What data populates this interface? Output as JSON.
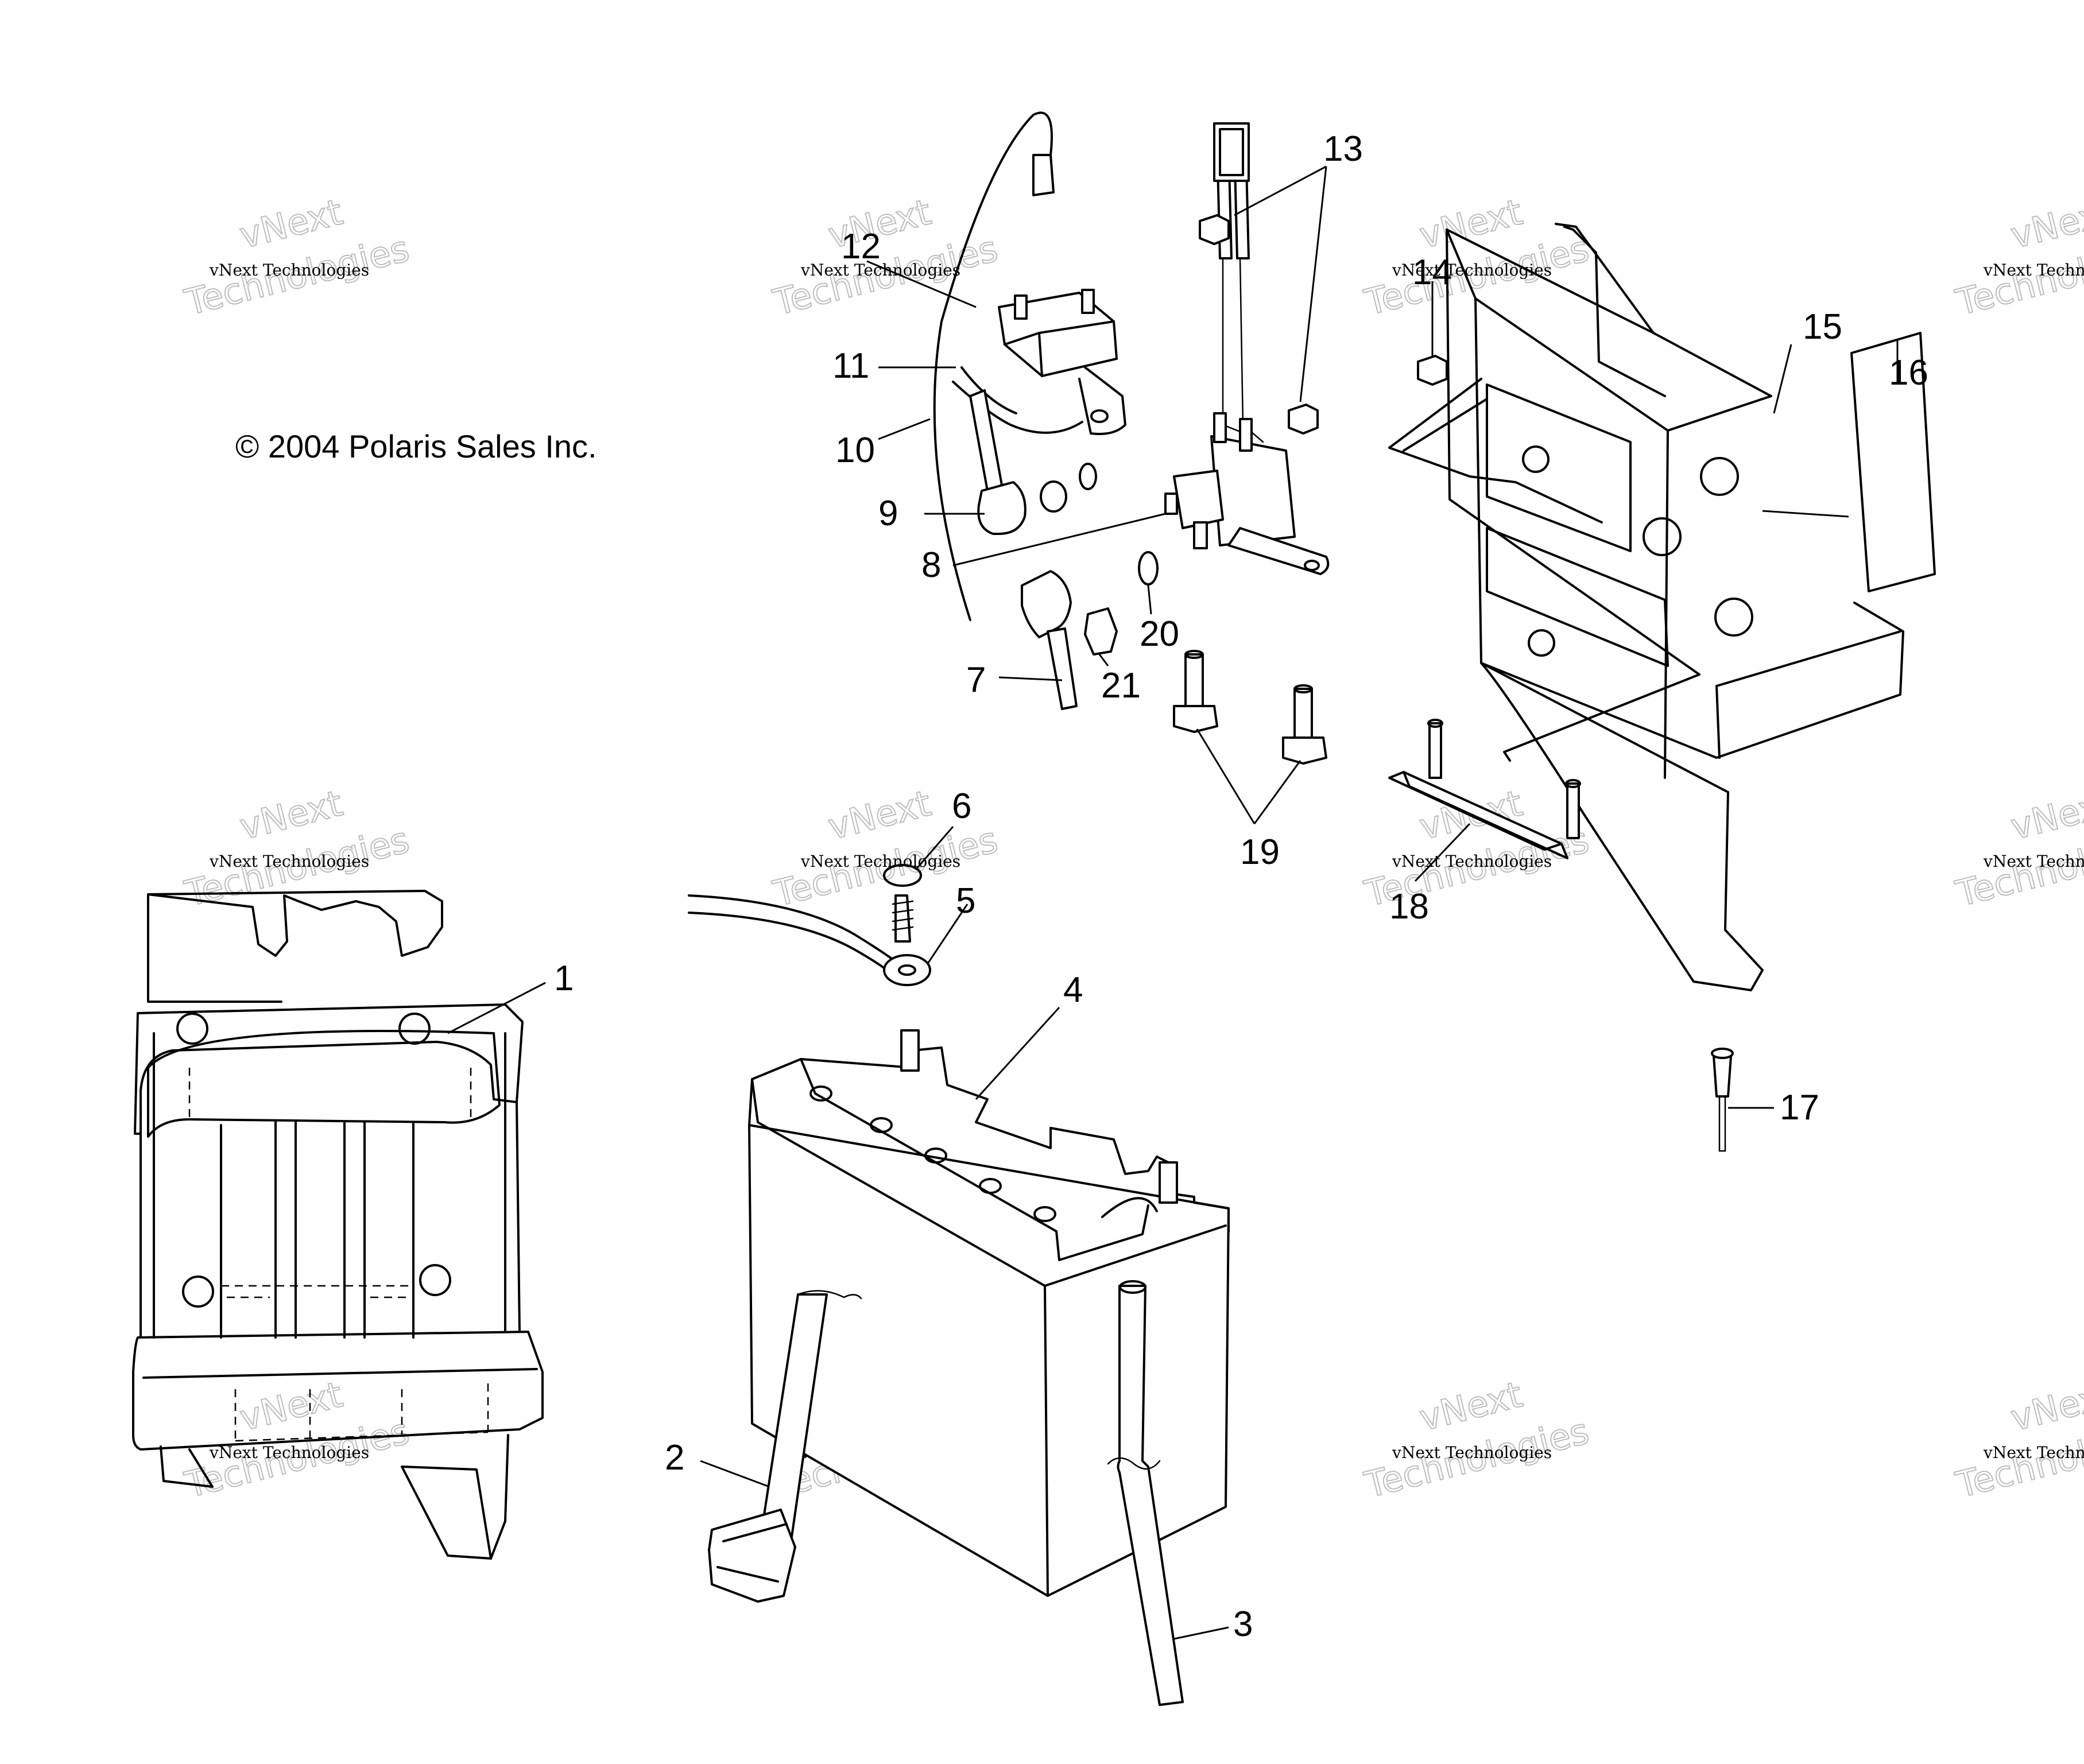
{
  "copyright": "© 2004 Polaris Sales Inc.",
  "watermark": {
    "small": "vNext Technologies",
    "big_line1": "vNext",
    "big_line2": "Technologies"
  },
  "callouts": [
    "1",
    "2",
    "3",
    "4",
    "5",
    "6",
    "7",
    "8",
    "9",
    "10",
    "11",
    "12",
    "13",
    "14",
    "15",
    "16",
    "17",
    "18",
    "19",
    "20",
    "21"
  ],
  "colors": {
    "ink": "#000000",
    "background": "#ffffff",
    "watermark_outline": "#bdbdbd"
  }
}
